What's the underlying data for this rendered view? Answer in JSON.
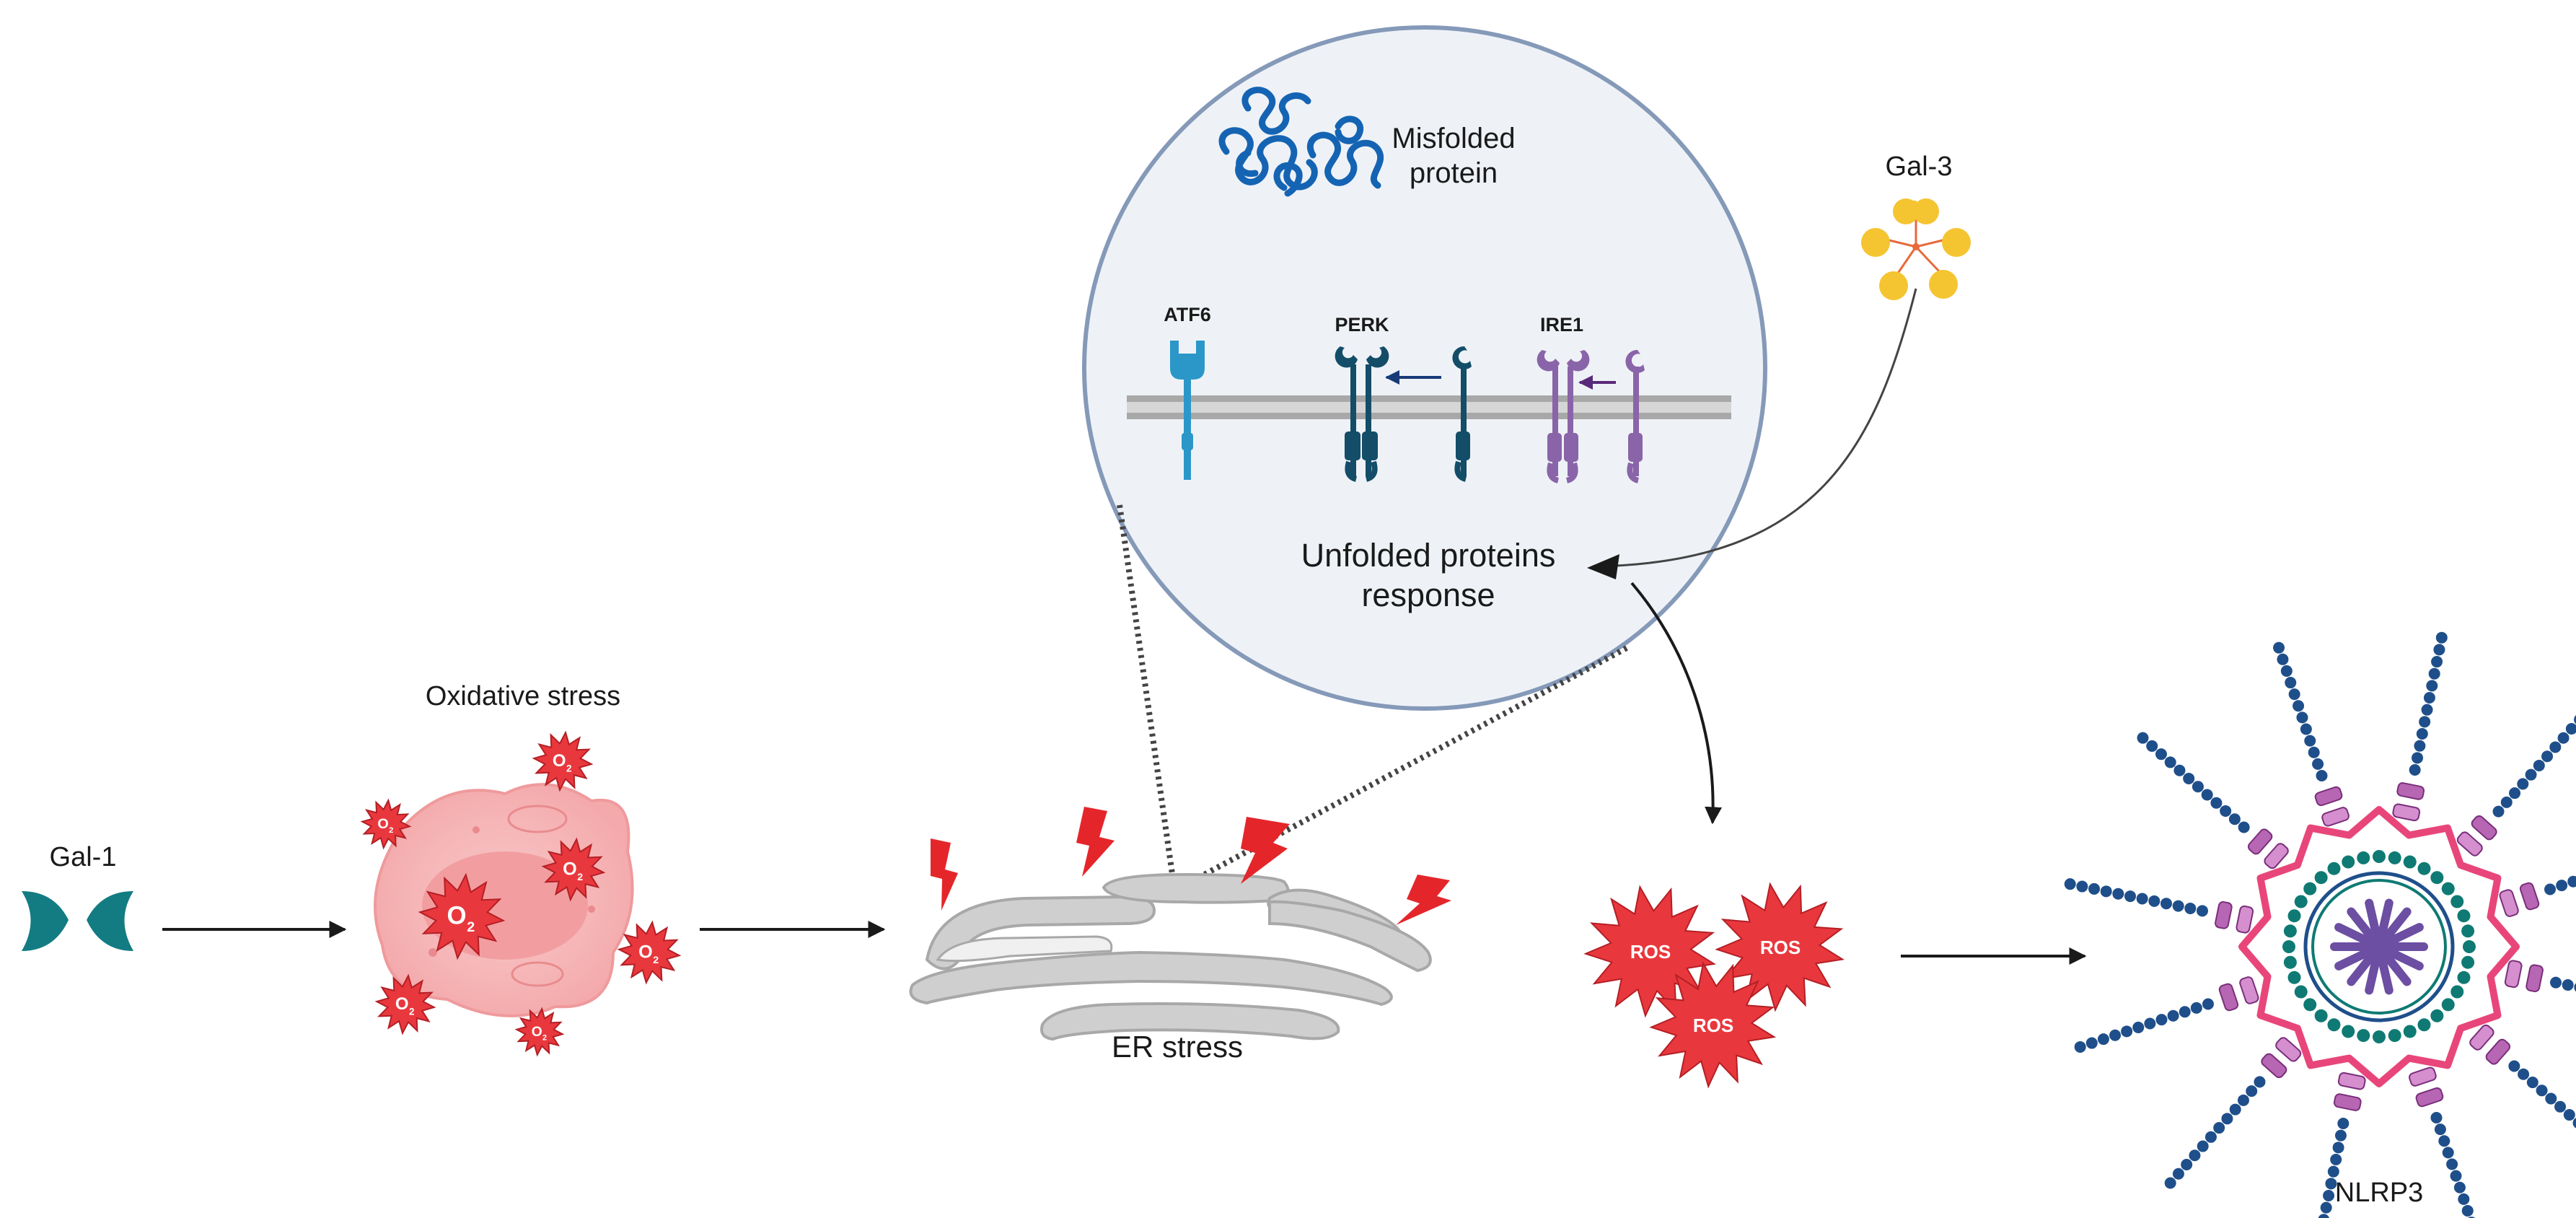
{
  "labels": {
    "gal1": "Gal-1",
    "oxidative_stress": "Oxidative stress",
    "er_stress": "ER stress",
    "ros": "ROS",
    "nlrp3": "NLRP3",
    "gal3": "Gal-3",
    "misfolded_line1": "Misfolded",
    "misfolded_line2": "protein",
    "atf6": "ATF6",
    "perk": "PERK",
    "ire1": "IRE1",
    "upr_line1": "Unfolded proteins",
    "upr_line2": "response",
    "o2": "O",
    "o2_sub": "2"
  },
  "colors": {
    "galectin_teal": "#127c82",
    "gal3_yellow": "#f5c431",
    "cell_pink": "#f7b9b9",
    "ros_red": "#e8383d",
    "lightning_red": "#e4262b",
    "er_gray": "#cfcfcf",
    "atf6_blue": "#2b97c9",
    "perk_navy": "#134d68",
    "ire1_purple": "#8a64a8",
    "circle_border": "#8599b8",
    "circle_fill": "#eef2f7",
    "nlrp3_ring": "#e8467a",
    "nlrp3_teal": "#0f7a73",
    "nlrp3_purple": "#6c4ea2",
    "nlrp3_navy": "#1f4f8a",
    "nlrp3_violet": "#b766b3"
  }
}
